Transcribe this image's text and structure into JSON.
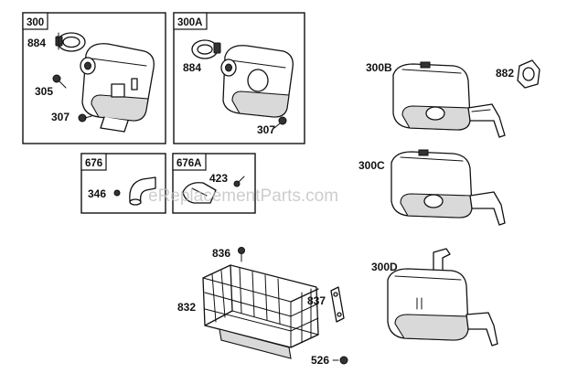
{
  "watermark": "eReplacementParts.com",
  "groups": [
    {
      "tag": "300"
    },
    {
      "tag": "300A"
    },
    {
      "tag": "676"
    },
    {
      "tag": "676A"
    }
  ],
  "parts": {
    "p884a": "884",
    "p305": "305",
    "p307a": "307",
    "p884b": "884",
    "p307b": "307",
    "p346": "346",
    "p423": "423",
    "p300B": "300B",
    "p882": "882",
    "p300C": "300C",
    "p300D": "300D",
    "p836": "836",
    "p832": "832",
    "p837": "837",
    "p526": "526"
  }
}
